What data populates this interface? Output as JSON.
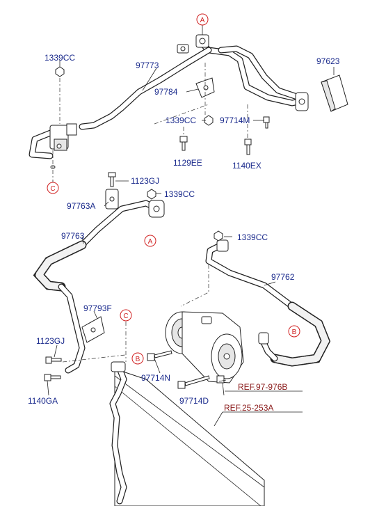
{
  "labels": {
    "top_1339cc": "1339CC",
    "p97773": "97773",
    "p97623": "97623",
    "p97784": "97784",
    "mid_1339cc": "1339CC",
    "p97714m": "97714M",
    "p1129ee": "1129EE",
    "p1140ex": "1140EX",
    "p1123gj_top": "1123GJ",
    "p1339cc_mid2": "1339CC",
    "p97763a": "97763A",
    "p97763": "97763",
    "p1339cc_right": "1339CC",
    "p97762": "97762",
    "p97793f": "97793F",
    "p1123gj_low": "1123GJ",
    "p1140ga": "1140GA",
    "p97714n": "97714N",
    "p97714d": "97714D"
  },
  "refs": {
    "ref_976": "REF.97-976B",
    "ref_253": "REF.25-253A"
  },
  "markers": {
    "a": "A",
    "b": "B",
    "c": "C"
  }
}
